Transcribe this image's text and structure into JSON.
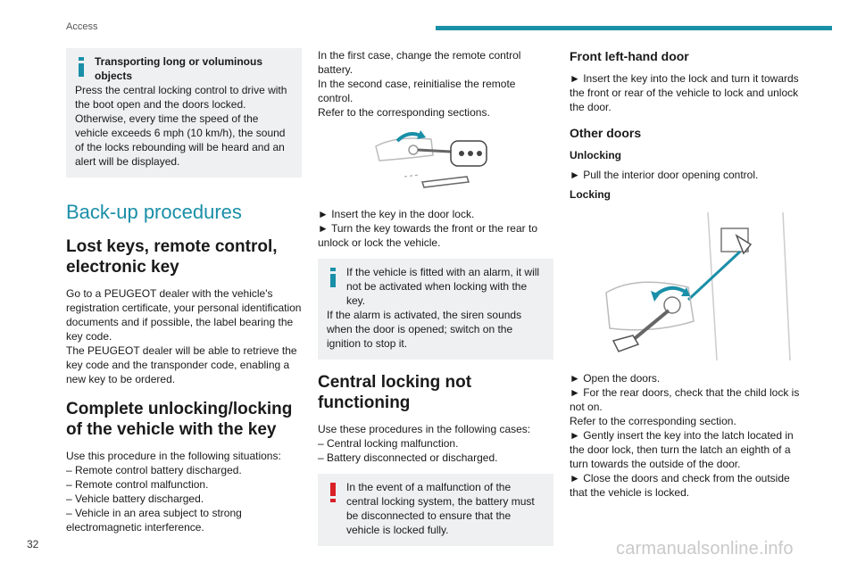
{
  "header": {
    "section": "Access",
    "accent": "#1a8fa8",
    "page_number": "32"
  },
  "watermark": "carmanualsonline.info",
  "col1": {
    "note": {
      "title": "Transporting long or voluminous objects",
      "body": "Press the central locking control to drive with the boot open and the doors locked. Otherwise, every time the speed of the vehicle exceeds 6 mph (10 km/h), the sound of the locks rebounding will be heard and an alert will be displayed."
    },
    "section_title": "Back-up procedures",
    "lost_keys": {
      "title": "Lost keys, remote control, electronic key",
      "p1": "Go to a PEUGEOT dealer with the vehicle's registration certificate, your personal identification documents and if possible, the label bearing the key code.",
      "p2": "The PEUGEOT dealer will be able to retrieve the key code and the transponder code, enabling a new key to be ordered."
    },
    "complete": {
      "title": "Complete unlocking/locking of the vehicle with the key",
      "intro": "Use this procedure in the following situations:",
      "items": [
        "– Remote control battery discharged.",
        "– Remote control malfunction.",
        "– Vehicle battery discharged.",
        "– Vehicle in an area subject to strong electromagnetic interference."
      ]
    }
  },
  "col2": {
    "intro": [
      "In the first case, change the remote control battery.",
      "In the second case, reinitialise the remote control.",
      "Refer to the corresponding sections."
    ],
    "steps": [
      "► Insert the key in the door lock.",
      "► Turn the key towards the front or the rear to unlock or lock the vehicle."
    ],
    "alarm_note": {
      "l1": "If the vehicle is fitted with an alarm, it will not be activated when locking with the key.",
      "l2": "If the alarm is activated, the siren sounds when the door is opened; switch on the ignition to stop it."
    },
    "central": {
      "title": "Central locking not functioning",
      "intro": "Use these procedures in the following cases:",
      "items": [
        "– Central locking malfunction.",
        "– Battery disconnected or discharged."
      ]
    },
    "warning": "In the event of a malfunction of the central locking system, the battery must be disconnected to ensure that the vehicle is locked fully."
  },
  "col3": {
    "front_title": "Front left-hand door",
    "front_text": "► Insert the key into the lock and turn it towards the front or rear of the vehicle to lock and unlock the door.",
    "other_title": "Other doors",
    "unlocking_title": "Unlocking",
    "unlocking_text": "► Pull the interior door opening control.",
    "locking_title": "Locking",
    "steps": [
      "► Open the doors.",
      "► For the rear doors, check that the child lock is not on.",
      "Refer to the corresponding section.",
      "► Gently insert the key into the latch located in the door lock, then turn the latch an eighth of a turn towards the outside of the door.",
      "► Close the doors and check from the outside that the vehicle is locked."
    ]
  }
}
